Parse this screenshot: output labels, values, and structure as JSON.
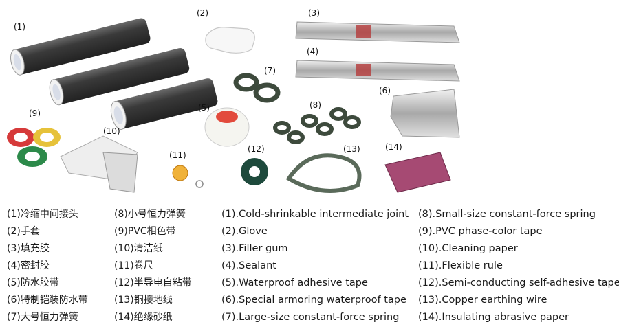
{
  "markers": {
    "m1": "(1)",
    "m2": "(2)",
    "m3": "(3)",
    "m4": "(4)",
    "m5": "(5)",
    "m6": "(6)",
    "m7": "(7)",
    "m8": "(8)",
    "m9": "(9)",
    "m10": "(10)",
    "m11": "(11)",
    "m12": "(12)",
    "m13": "(13)",
    "m14": "(14)"
  },
  "legend": {
    "cn_left": [
      "(1)冷缩中间接头",
      "(2)手套",
      "(3)填充胶",
      "(4)密封胶",
      "(5)防水胶带",
      "(6)特制铠装防水带",
      "(7)大号恒力弹簧"
    ],
    "cn_right": [
      "(8)小号恒力弹簧",
      "(9)PVC相色带",
      "(10)清洁纸",
      "(11)卷尺",
      "(12)半导电自粘带",
      "(13)铜接地线",
      "(14)绝缘砂纸"
    ],
    "en_left": [
      "(1).Cold-shrinkable intermediate joint",
      "(2).Glove",
      "(3).Filler gum",
      "(4).Sealant",
      "(5).Waterproof adhesive tape",
      "(6).Special armoring waterproof tape",
      "(7).Large-size constant-force spring"
    ],
    "en_right": [
      "(8).Small-size constant-force spring",
      "(9).PVC phase-color tape",
      "(10).Cleaning paper",
      "(11).Flexible rule",
      "(12).Semi-conducting self-adhesive tape",
      "(13).Copper earthing wire",
      "(14).Insulating abrasive paper"
    ]
  },
  "colors": {
    "tube": "#3b3b3b",
    "foil": "#c8c8c8",
    "abrasive": "#a64a73",
    "tape_green": "#1e4a3c",
    "rule_yellow": "#f0b23a"
  }
}
